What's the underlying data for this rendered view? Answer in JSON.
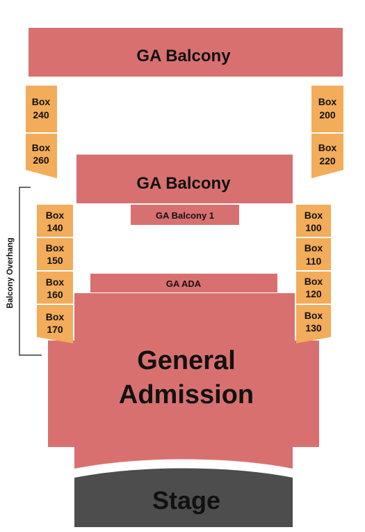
{
  "colors": {
    "ga_section": "#d97070",
    "box_section": "#f2ac5a",
    "stage": "#4d4d4d",
    "stage_text": "#ffffff",
    "text": "#111111",
    "bracket_line": "#111111"
  },
  "sections": {
    "ga_balcony_top": "GA Balcony",
    "ga_balcony_mid": "GA Balcony",
    "ga_balcony_1": "GA Balcony 1",
    "ga_ada": "GA ADA",
    "general_admission_line1": "General",
    "general_admission_line2": "Admission",
    "stage": "Stage"
  },
  "boxes": {
    "box_240": [
      "Box",
      "240"
    ],
    "box_260": [
      "Box",
      "260"
    ],
    "box_200": [
      "Box",
      "200"
    ],
    "box_220": [
      "Box",
      "220"
    ],
    "box_140": [
      "Box",
      "140"
    ],
    "box_150": [
      "Box",
      "150"
    ],
    "box_160": [
      "Box",
      "160"
    ],
    "box_170": [
      "Box",
      "170"
    ],
    "box_100": [
      "Box",
      "100"
    ],
    "box_110": [
      "Box",
      "110"
    ],
    "box_120": [
      "Box",
      "120"
    ],
    "box_130": [
      "Box",
      "130"
    ]
  },
  "annotations": {
    "balcony_overhang": "Balcony Overhang"
  }
}
